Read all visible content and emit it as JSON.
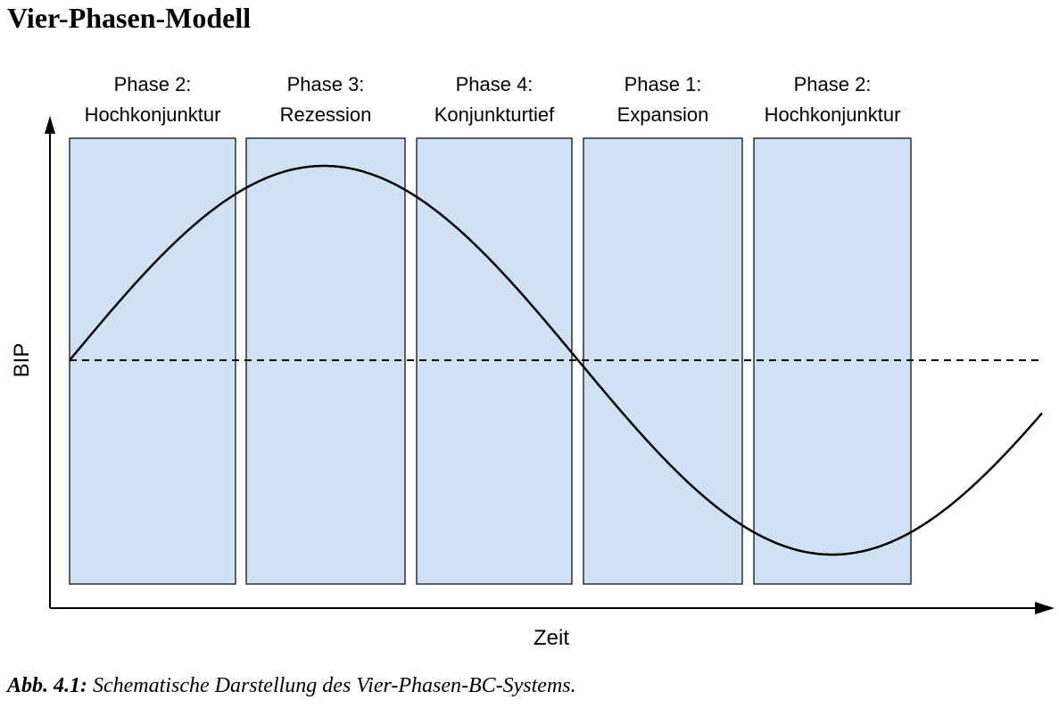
{
  "title": "Vier-Phasen-Modell",
  "caption": {
    "prefix": "Abb. 4.1:",
    "text": " Schematische Darstellung des Vier-Phasen-BC-Systems."
  },
  "axes": {
    "x_label": "Zeit",
    "y_label": "BIP"
  },
  "phases": [
    {
      "line1": "Phase 2:",
      "line2": "Hochkonjunktur"
    },
    {
      "line1": "Phase 3:",
      "line2": "Rezession"
    },
    {
      "line1": "Phase 4:",
      "line2": "Konjunkturtief"
    },
    {
      "line1": "Phase 1:",
      "line2": "Expansion"
    },
    {
      "line1": "Phase 2:",
      "line2": "Hochkonjunktur"
    }
  ],
  "colors": {
    "phase_fill": "#cfe2f3",
    "stroke": "#000000"
  }
}
